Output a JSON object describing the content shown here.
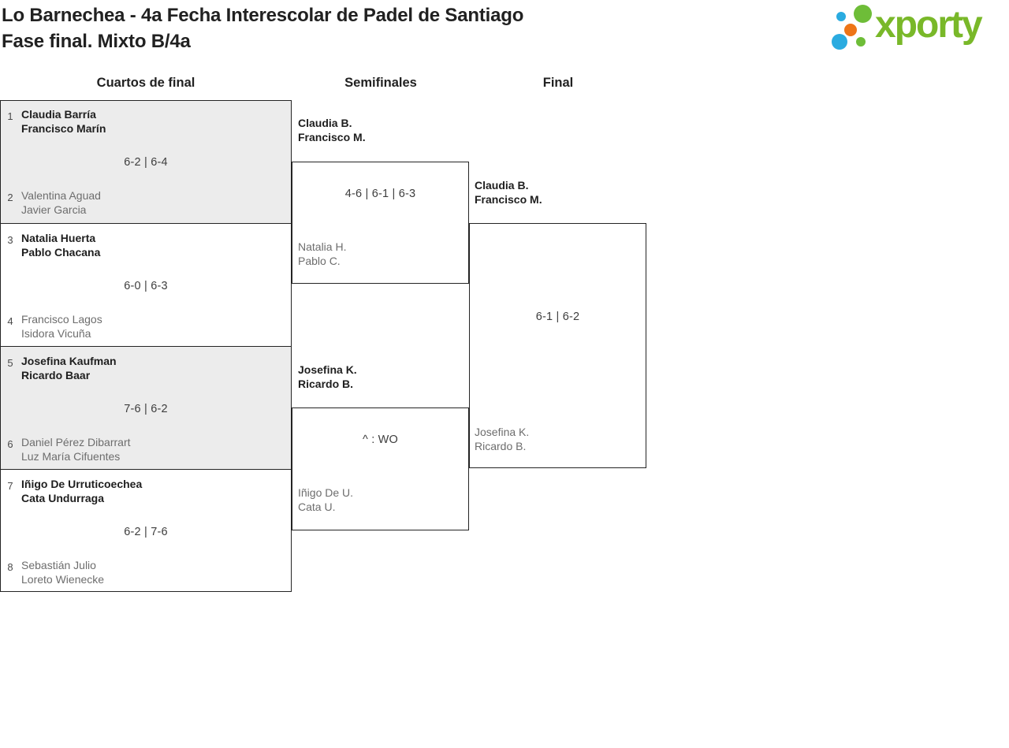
{
  "header": {
    "title_line1": "Lo Barnechea - 4a Fecha Interescolar de Padel de Santiago",
    "title_line2": "Fase final. Mixto B/4a"
  },
  "logo": {
    "text": "xporty"
  },
  "column_headers": {
    "quarterfinals": "Cuartos de final",
    "semifinals": "Semifinales",
    "final": "Final"
  },
  "bracket": {
    "quarterfinals": [
      {
        "seed_top": "1",
        "team_top_line1": "Claudia Barría",
        "team_top_line2": "Francisco Marín",
        "score": "6-2 | 6-4",
        "seed_bottom": "2",
        "team_bottom_line1": "Valentina Aguad",
        "team_bottom_line2": "Javier Garcia"
      },
      {
        "seed_top": "3",
        "team_top_line1": "Natalia Huerta",
        "team_top_line2": "Pablo Chacana",
        "score": "6-0 | 6-3",
        "seed_bottom": "4",
        "team_bottom_line1": "Francisco Lagos",
        "team_bottom_line2": "Isidora Vicuña"
      },
      {
        "seed_top": "5",
        "team_top_line1": "Josefina Kaufman",
        "team_top_line2": "Ricardo Baar",
        "score": "7-6 | 6-2",
        "seed_bottom": "6",
        "team_bottom_line1": "Daniel Pérez Dibarrart",
        "team_bottom_line2": "Luz María Cifuentes"
      },
      {
        "seed_top": "7",
        "team_top_line1": "Iñigo De Urruticoechea",
        "team_top_line2": "Cata Undurraga",
        "score": "6-2 | 7-6",
        "seed_bottom": "8",
        "team_bottom_line1": "Sebastián Julio",
        "team_bottom_line2": "Loreto Wienecke"
      }
    ],
    "semifinals": [
      {
        "team_top_line1": "Claudia B.",
        "team_top_line2": "Francisco M.",
        "score": "4-6 | 6-1 | 6-3",
        "team_bottom_line1": "Natalia H.",
        "team_bottom_line2": "Pablo C."
      },
      {
        "team_top_line1": "Josefina K.",
        "team_top_line2": "Ricardo B.",
        "score": "^ : WO",
        "team_bottom_line1": "Iñigo De U.",
        "team_bottom_line2": "Cata U."
      }
    ],
    "final": {
      "team_top_line1": "Claudia B.",
      "team_top_line2": "Francisco M.",
      "score": "6-1 | 6-2",
      "team_bottom_line1": "Josefina K.",
      "team_bottom_line2": "Ricardo B."
    }
  },
  "colors": {
    "brand_green": "#79b829",
    "brand_blue": "#2aabe0",
    "brand_orange": "#ee7517",
    "bracket_border": "#242424",
    "shaded_cell_background": "#ececec",
    "winner_text": "#1f1f1f",
    "loser_text": "#6d6d6d"
  }
}
